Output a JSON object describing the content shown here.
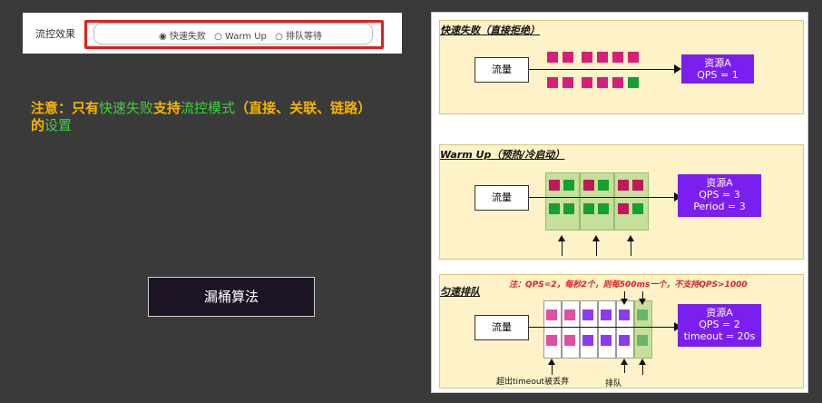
{
  "settings": {
    "label": "流控效果",
    "options": [
      "快速失败",
      "Warm Up",
      "排队等待"
    ],
    "selected": "快速失败"
  },
  "note": {
    "p1": "注意：只有",
    "p2": "快速失败",
    "p3": "支持",
    "p4": "流控模式",
    "p5": "（直接、关联、链路）的",
    "p6": "设置"
  },
  "bucket_button": "漏桶算法",
  "diagram": {
    "fast_fail": {
      "title": "快速失败（直接拒绝）",
      "flow": "流量",
      "resource": "资源A",
      "qps": "QPS = 1"
    },
    "warm_up": {
      "title": "Warm Up（预热/冷启动）",
      "flow": "流量",
      "resource": "资源A",
      "qps": "QPS = 3",
      "period": "Period = 3"
    },
    "queue": {
      "title": "匀速排队",
      "note": "注：QPS=2，每秒2个，则每500ms一个，不支持QPS>1000",
      "flow": "流量",
      "resource": "资源A",
      "qps": "QPS = 2",
      "timeout": "timeout = 20s",
      "drop_caption": "超出timeout被丢弃",
      "queue_caption": "排队"
    }
  },
  "colors": {
    "background": "#3a3a3a",
    "note_yellow": "#f5b400",
    "note_green": "#3fcf3f",
    "red_highlight": "#e02020",
    "resource_purple": "#7b1ff0",
    "section_bg": "#fdf2c8"
  }
}
